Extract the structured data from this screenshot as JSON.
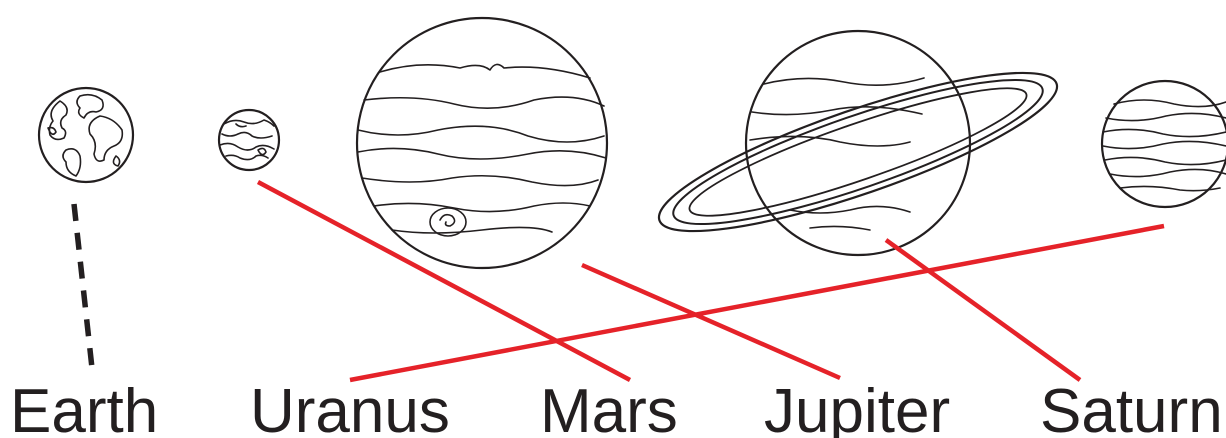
{
  "labels": {
    "earth": "Earth",
    "uranus": "Uranus",
    "mars": "Mars",
    "jupiter": "Jupiter",
    "saturn": "Saturn"
  },
  "colors": {
    "outline": "#231f20",
    "match_line": "#e52229",
    "background": "#ffffff"
  },
  "icons": [
    "earth-icon",
    "mars-icon",
    "jupiter-icon",
    "saturn-icon",
    "uranus-icon"
  ]
}
